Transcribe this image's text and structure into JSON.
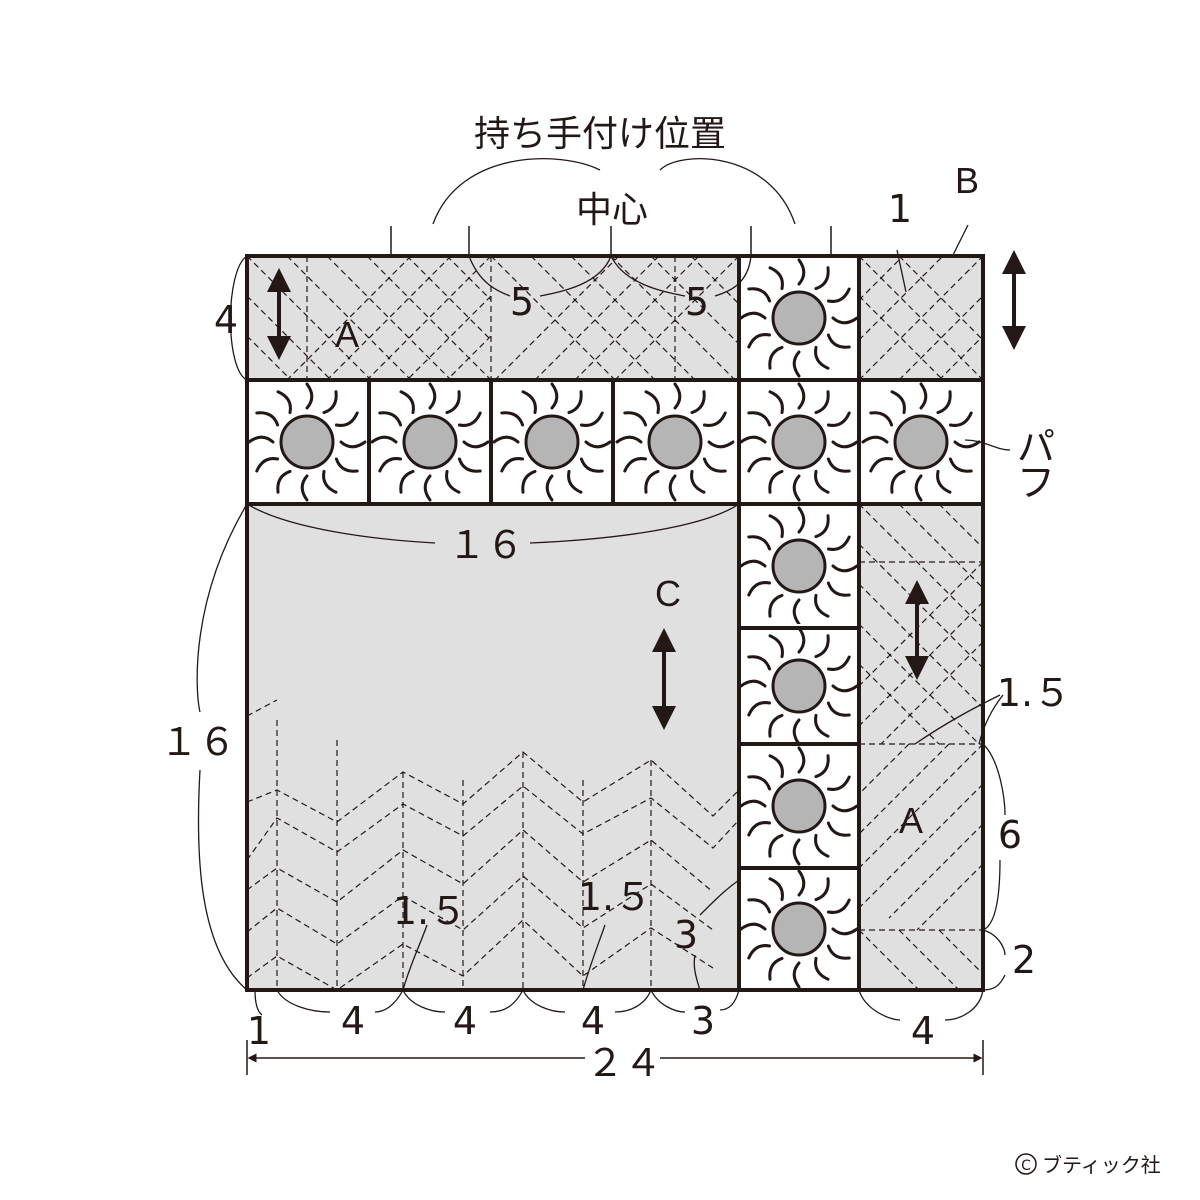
{
  "title": "持ち手付け位置",
  "center_label": "中心",
  "patch_labels": {
    "a_top": "A",
    "b": "B",
    "c": "C",
    "a_right": "A"
  },
  "puff_label": "パフ",
  "dims": {
    "top_5_left": "5",
    "top_5_right": "5",
    "top_1": "1",
    "left_4": "4",
    "total_width": "２４",
    "left_height": "１６",
    "row_width": "１６",
    "bottom_1": "1",
    "bottom_4a": "4",
    "bottom_4b": "4",
    "bottom_4c": "4",
    "bottom_3": "3",
    "bottom_right_4": "4",
    "inner_3": "3",
    "inner_1_5a": "1.５",
    "inner_1_5b": "1.５",
    "right_1_5": "1.５",
    "right_6": "6",
    "right_2": "2"
  },
  "copyright": "ブティック社",
  "colors": {
    "line": "#231815",
    "fill_light": "#e0e0e0",
    "puff": "#b5b5b6"
  }
}
